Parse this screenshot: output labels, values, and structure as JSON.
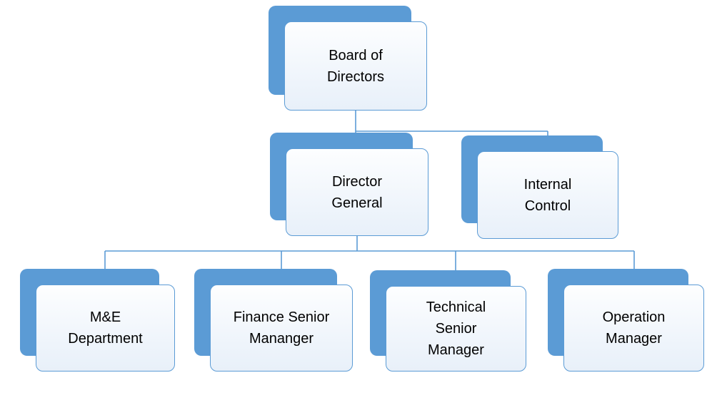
{
  "diagram": {
    "type": "org-chart",
    "background": "#FFFFFF",
    "colors": {
      "accent": "#5B9BD5",
      "node_fill": "#EEF4FB",
      "node_border": "#5B9BD5",
      "connector": "#5B9BD5",
      "text": "#000000"
    },
    "nodes": {
      "board": {
        "label": "Board of\nDirectors"
      },
      "director_general": {
        "label": "Director\nGeneral"
      },
      "internal_control": {
        "label": "Internal\nControl"
      },
      "me_department": {
        "label": "M&E\nDepartment"
      },
      "finance_senior_manager": {
        "label": "Finance Senior\nMananger"
      },
      "technical_senior_manager": {
        "label": "Technical\nSenior\nManager"
      },
      "operation_manager": {
        "label": "Operation\nManager"
      }
    },
    "edges": [
      {
        "from": "board",
        "to": "director_general"
      },
      {
        "from": "board",
        "to": "internal_control"
      },
      {
        "from": "director_general",
        "to": "me_department"
      },
      {
        "from": "director_general",
        "to": "finance_senior_manager"
      },
      {
        "from": "director_general",
        "to": "technical_senior_manager"
      },
      {
        "from": "director_general",
        "to": "operation_manager"
      }
    ]
  }
}
